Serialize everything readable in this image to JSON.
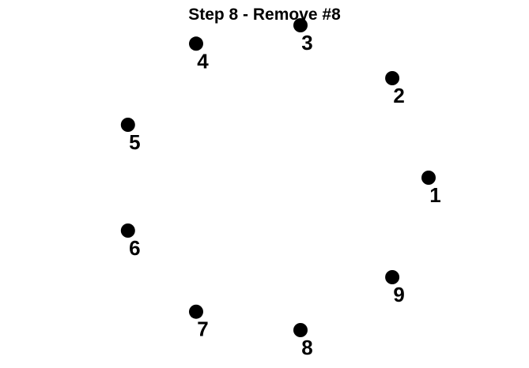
{
  "title": "Step 8 - Remove #8",
  "colors": {
    "dot": "#000000",
    "label": "#000000"
  },
  "nodes": [
    {
      "label": "1"
    },
    {
      "label": "2"
    },
    {
      "label": "3"
    },
    {
      "label": "4"
    },
    {
      "label": "5"
    },
    {
      "label": "6"
    },
    {
      "label": "7"
    },
    {
      "label": "8"
    },
    {
      "label": "9"
    }
  ]
}
